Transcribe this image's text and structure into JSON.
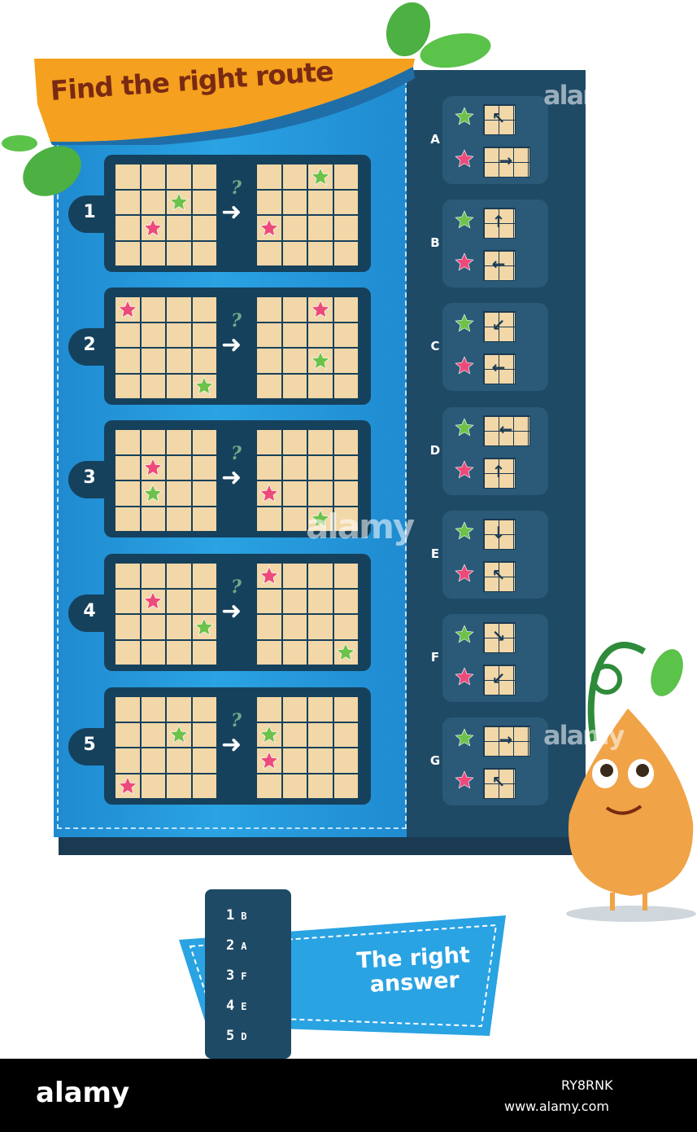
{
  "title": "Find the right route",
  "rows": [
    {
      "num": "1",
      "q": "?",
      "left": {
        "green": [
          2,
          1
        ],
        "pink": [
          1,
          2
        ]
      },
      "right": {
        "green": [
          2,
          0
        ],
        "pink": [
          0,
          2
        ]
      }
    },
    {
      "num": "2",
      "q": "?",
      "left": {
        "green": [
          3,
          3
        ],
        "pink": [
          0,
          0
        ]
      },
      "right": {
        "green": [
          2,
          2
        ],
        "pink": [
          2,
          0
        ]
      }
    },
    {
      "num": "3",
      "q": "?",
      "left": {
        "green": [
          1,
          2
        ],
        "pink": [
          1,
          1
        ]
      },
      "right": {
        "green": [
          2,
          3
        ],
        "pink": [
          0,
          2
        ]
      }
    },
    {
      "num": "4",
      "q": "?",
      "left": {
        "green": [
          3,
          2
        ],
        "pink": [
          1,
          1
        ]
      },
      "right": {
        "green": [
          3,
          3
        ],
        "pink": [
          0,
          0
        ]
      }
    },
    {
      "num": "5",
      "q": "?",
      "left": {
        "green": [
          2,
          1
        ],
        "pink": [
          0,
          3
        ]
      },
      "right": {
        "green": [
          0,
          1
        ],
        "pink": [
          0,
          2
        ]
      }
    }
  ],
  "options": [
    {
      "letter": "A",
      "green_arrow": "↖",
      "pink_arrow": "→"
    },
    {
      "letter": "B",
      "green_arrow": "↑",
      "pink_arrow": "←"
    },
    {
      "letter": "C",
      "green_arrow": "↙",
      "pink_arrow": "←"
    },
    {
      "letter": "D",
      "green_arrow": "←",
      "pink_arrow": "↑"
    },
    {
      "letter": "E",
      "green_arrow": "↓",
      "pink_arrow": "↖"
    },
    {
      "letter": "F",
      "green_arrow": "↘",
      "pink_arrow": "↙"
    },
    {
      "letter": "G",
      "green_arrow": "→",
      "pink_arrow": "↖"
    }
  ],
  "answer_key": [
    {
      "n": "1",
      "a": "B"
    },
    {
      "n": "2",
      "a": "A"
    },
    {
      "n": "3",
      "a": "F"
    },
    {
      "n": "4",
      "a": "E"
    },
    {
      "n": "5",
      "a": "D"
    }
  ],
  "right_answer_line1": "The right",
  "right_answer_line2": "answer",
  "watermark": "alamy",
  "footer": {
    "logo": "alamy",
    "image_id": "RY8RNK",
    "url": "www.alamy.com"
  },
  "colors": {
    "green_star": "#6cc24a",
    "pink_star": "#ec4a7a",
    "cell": "#f2d7a8",
    "panel": "#1f4a66",
    "blue": "#2aa3e3"
  }
}
